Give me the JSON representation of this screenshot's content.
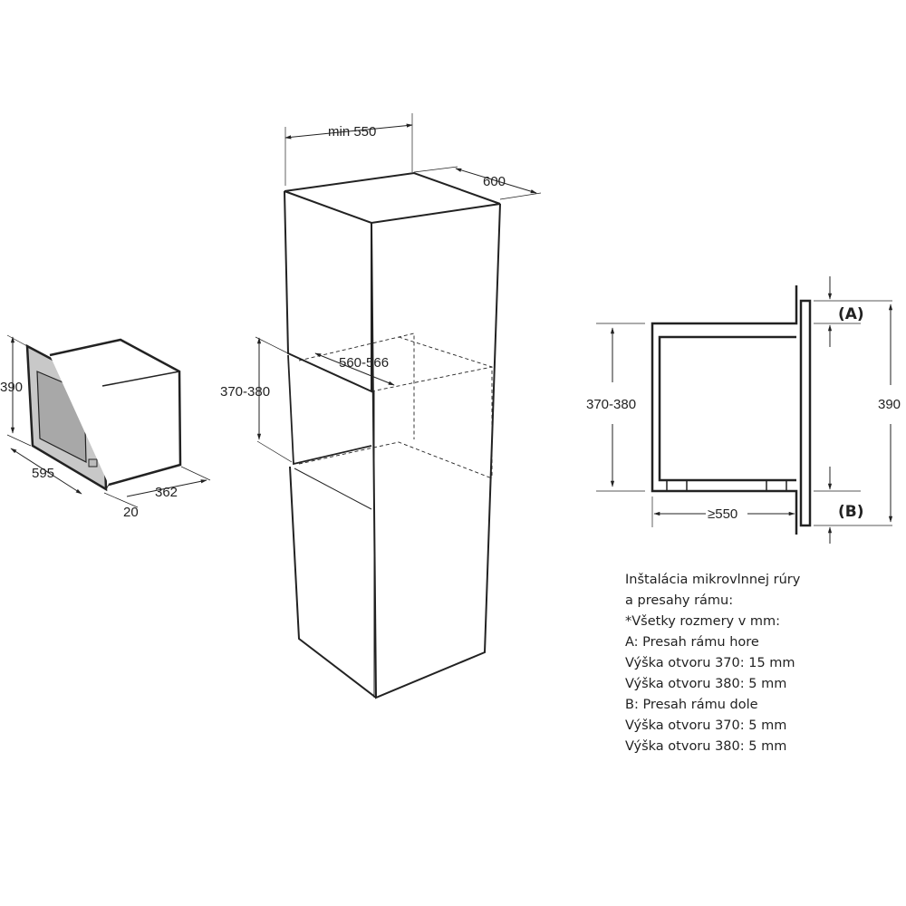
{
  "microwave": {
    "height": "390",
    "width": "595",
    "depth": "362",
    "frame": "20"
  },
  "cabinet": {
    "min_width": "min 550",
    "depth": "600",
    "opening_width": "560-566",
    "opening_height": "370-380"
  },
  "side_view": {
    "opening_height": "370-380",
    "total_height": "390",
    "depth": "≥550",
    "label_a": "(A)",
    "label_b": "(B)"
  },
  "notes": [
    "Inštalácia mikrovlnnej rúry",
    "a presahy rámu:",
    "*Všetky rozmery v mm:",
    "A: Presah rámu hore",
    "Výška otvoru 370: 15 mm",
    "Výška otvoru 380: 5 mm",
    "B: Presah rámu dole",
    "Výška otvoru 370: 5 mm",
    "Výška otvoru 380: 5 mm"
  ]
}
